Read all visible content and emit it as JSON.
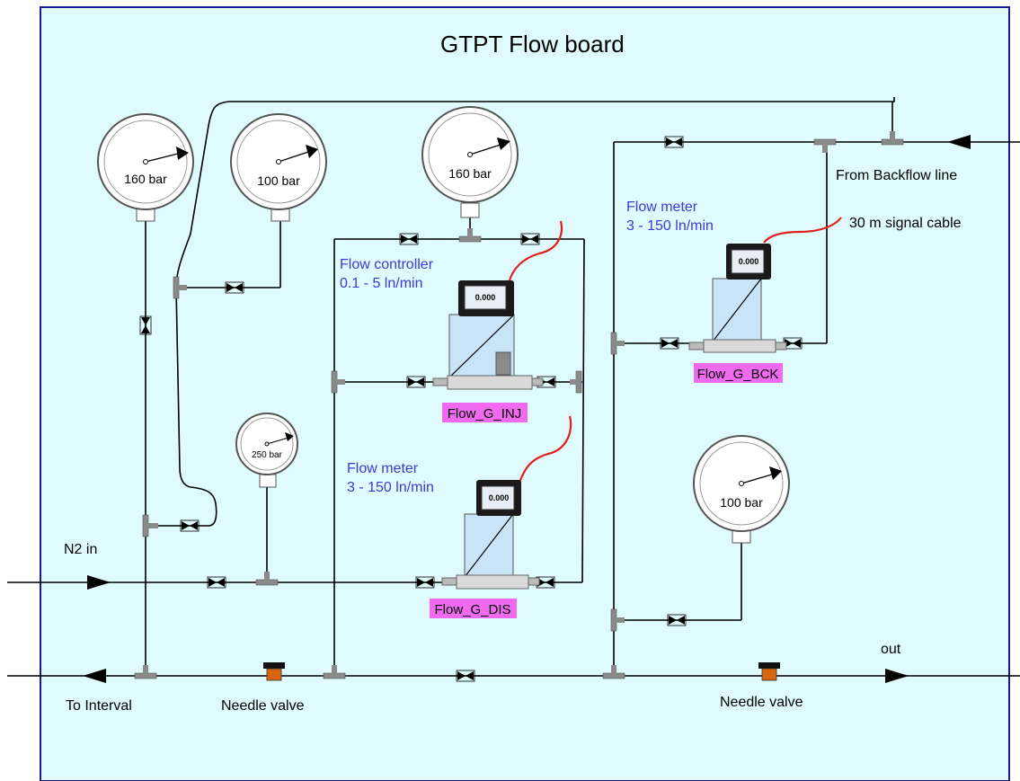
{
  "title": "GTPT Flow board",
  "colors": {
    "board_fill": "#dffbfd",
    "board_border": "#1a1a8c",
    "line": "#000000",
    "blue_text": "#3a3ad6",
    "tag_fill": "#f06af0",
    "signal_cable": "#e0201c",
    "fitting": "#8a8a8a",
    "controller_body": "#c9e3f7",
    "needle_knob": "#d9660f"
  },
  "labels": {
    "n2_in": "N2 in",
    "to_interval": "To Interval",
    "needle_valve_left": "Needle valve",
    "needle_valve_right": "Needle valve",
    "out": "out",
    "from_backflow": "From Backflow line",
    "signal_cable": "30 m signal cable",
    "fc_title": "Flow controller",
    "fc_range": "0.1 - 5 ln/min",
    "fm_dis_title": "Flow meter",
    "fm_dis_range": "3 - 150 ln/min",
    "fm_bck_title": "Flow meter",
    "fm_bck_range": "3 - 150 ln/min"
  },
  "tags": {
    "inj": "Flow_G_INJ",
    "dis": "Flow_G_DIS",
    "bck": "Flow_G_BCK"
  },
  "gauges": {
    "g1": "160 bar",
    "g2": "100 bar",
    "g3": "160 bar",
    "g4": "250 bar",
    "g5": "100 bar"
  },
  "displays": {
    "inj": "0.000",
    "dis": "0.000",
    "bck": "0.000"
  }
}
